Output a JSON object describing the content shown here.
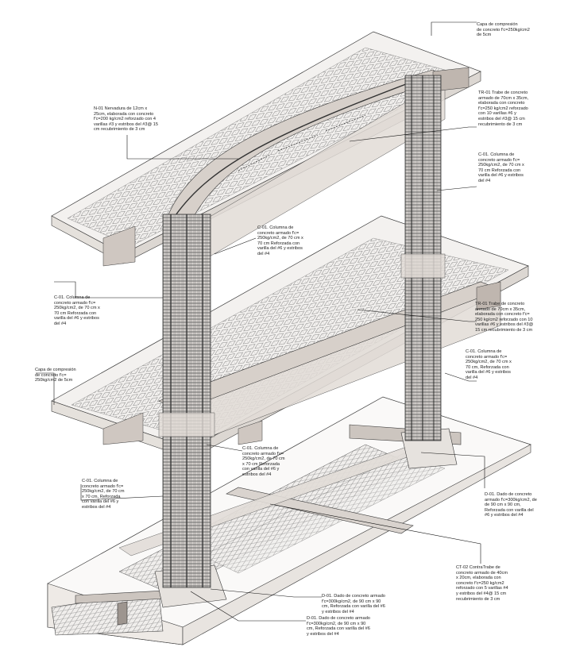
{
  "annotations": {
    "capa_top": "Capa de compresión\nde concreto f'c=250kg/cm2\nde 5cm",
    "n01": "N-01 Nervadura de 12cm x\n25cm, elaborada con concreto\nf'c=200 kg/cm2 reforzado con 4\nvarillas #3 y estribos del #3@ 15\ncm recubrimiento de 3 cm",
    "tr01_top": "TR-01 Trabe de concreto\narmado de 70cm x 35cm,\nelaborada con concreto\nf'c=250 kg/cm2 reforzado\ncon 10 varillas #6 y\nestribos del #3@ 15 cm\nrecubrimiento de 3 cm",
    "c01_right_top": "C-01. Columna de\nconcreto armado f'c=\n250kg/cm2, de 70 cm x\n70 cm Reforzada con\nvarilla del #6 y estribos\ndel #4",
    "c01_center_top": "C-01. Columna de\nconcreto armado f'c=\n250kg/cm2, de 70 cm x\n70 cm Reforzada con\nvarilla del #6 y estribos\ndel #4",
    "c01_left_mid": "C-01. Columna de\nconcreto armado f'c=\n250kg/cm2, de 70 cm x\n70 cm Reforzada con\nvarilla del #6 y estribos\ndel #4",
    "tr01_mid": "TR-01 Trabe de concreto\narmado de 70cm x 35cm,\nelaborada con concreto f'c=\n250 kg/cm2 reforzado con 10\nvarillas #6 y estribos del #3@\n15 cm recubrimiento de 3 cm",
    "c01_right_mid": "C-01. Columna de\nconcreto armado f'c=\n250kg/cm2, de 70 cm x\n70 cm, Reforzada con\nvarilla del #6 y estribos\ndel #4",
    "capa_left": "Capa de compresión\nde concreto f'c=\n250kg/cm2 de 5cm",
    "c01_center_low": "C-01. Columna de\nconcreto armado f'c=\n250kg/cm2, de 70 cm\nx 70 cm Reforzada\ncon varilla del #6 y\nestribos del #4",
    "c01_left_low": "C-01. Columna de\nconcreto armado f'c=\n250kg/cm2, de 70 cm\nx 70 cm, Reforzada\ncon varilla del #6 y\nestribos del #4",
    "d01_right": "D-01. Dado de concreto\narmado f'c=300kg/cm2, de\nde 90 cm x 90 cm,\nReforzada con varilla del\n#6 y estribos del #4",
    "ct02": "CT-02 ContraTrabe de\nconcreto armado de 40cm\nx 20cm, elaborada con\nconcreto f'c=250 kg/cm2\nreforzado con 5 varillas #4\ny estribos del #4@ 15 cm\nrecubrimiento de 3 cm",
    "d01_bottom1": "D-01. Dado de concreto armado\nf'c=300kg/cm2, de 90 cm x 90\ncm, Reforzada con varilla del #6\ny estribos del #4",
    "d01_bottom2": "D-01. Dado de concreto armado\nf'c=300kg/cm2, de 90 cm x 90\ncm, Reforzada con varilla del #6\ny estribos del #4"
  },
  "colors": {
    "line": "#3a3a3a",
    "concrete": "#e6e2de",
    "beam": "#cfc7c1",
    "rebar": "#555555",
    "leader": "#111111"
  }
}
